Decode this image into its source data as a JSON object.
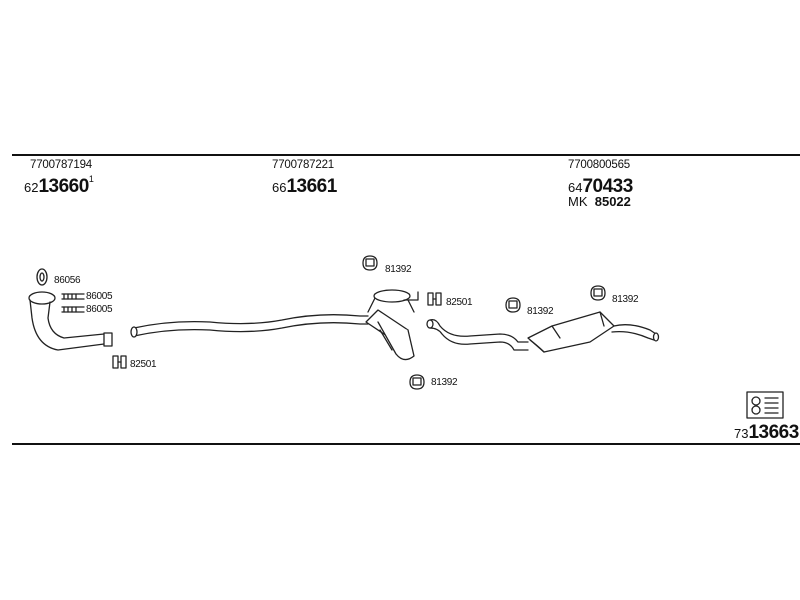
{
  "sections": [
    {
      "oe_number": "7700787194",
      "part_prefix": "62",
      "part_main": "13660",
      "part_suffix": "1"
    },
    {
      "oe_number": "7700787221",
      "part_prefix": "66",
      "part_main": "13661",
      "part_suffix": ""
    },
    {
      "oe_number": "7700800565",
      "part_prefix": "64",
      "part_main": "70433",
      "part_suffix": ""
    }
  ],
  "mk": {
    "prefix": "MK",
    "number": "85022"
  },
  "small_parts": {
    "ring": "86056",
    "bolt1": "86005",
    "bolt2": "86005",
    "clamp_left": "82501",
    "hanger_top": "81392",
    "clamp_mid": "82501",
    "hanger_mid": "81392",
    "hanger_bottom": "81392",
    "hanger_right": "81392"
  },
  "kit": {
    "prefix": "73",
    "main": "13663"
  }
}
